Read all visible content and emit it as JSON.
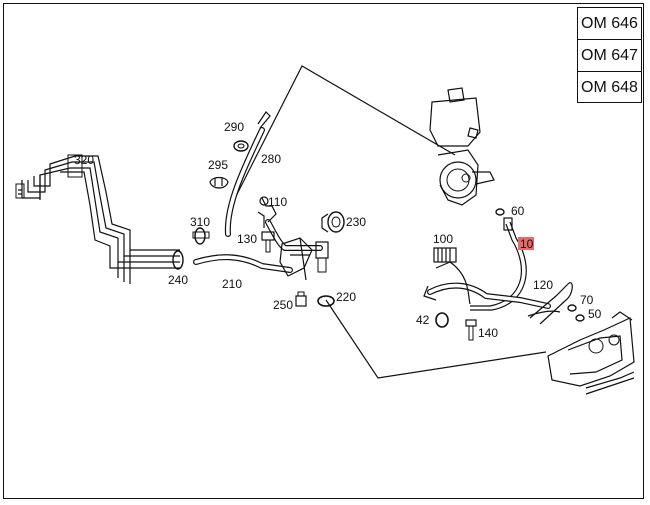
{
  "engine_variants": [
    "OM 646",
    "OM 647",
    "OM 648"
  ],
  "highlight_color": "#e86a6a",
  "part_labels": {
    "p320": "320",
    "p290": "290",
    "p295": "295",
    "p280": "280",
    "p110": "110",
    "p310": "310",
    "p130": "130",
    "p230": "230",
    "p240": "240",
    "p210": "210",
    "p250": "250",
    "p220": "220",
    "p60": "60",
    "p10": "10",
    "p100": "100",
    "p120": "120",
    "p70": "70",
    "p50": "50",
    "p42": "42",
    "p140": "140"
  },
  "selected_part": "10"
}
